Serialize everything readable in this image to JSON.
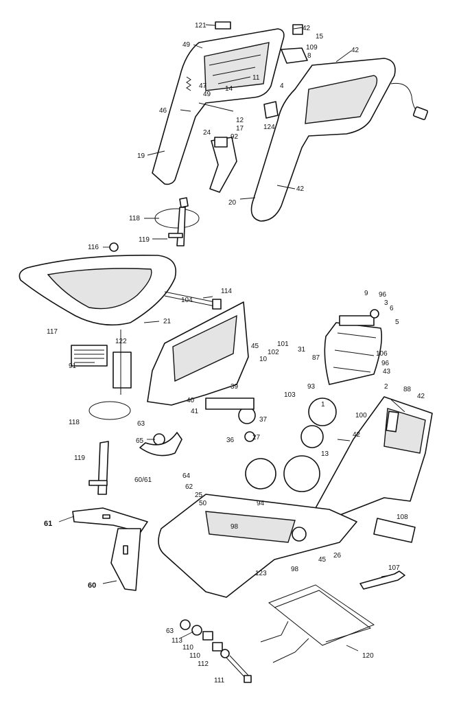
{
  "labels": [
    {
      "id": "l121",
      "text": "121"
    },
    {
      "id": "l42a",
      "text": "42"
    },
    {
      "id": "l15",
      "text": "15"
    },
    {
      "id": "l49a",
      "text": "49"
    },
    {
      "id": "l109",
      "text": "109"
    },
    {
      "id": "l8",
      "text": "8"
    },
    {
      "id": "l42b",
      "text": "42"
    },
    {
      "id": "l11",
      "text": "11"
    },
    {
      "id": "l47",
      "text": "47"
    },
    {
      "id": "l14",
      "text": "14"
    },
    {
      "id": "l4",
      "text": "4"
    },
    {
      "id": "l49b",
      "text": "49"
    },
    {
      "id": "l46",
      "text": "46"
    },
    {
      "id": "l12",
      "text": "12"
    },
    {
      "id": "l17",
      "text": "17"
    },
    {
      "id": "l124",
      "text": "124"
    },
    {
      "id": "l24",
      "text": "24"
    },
    {
      "id": "l92",
      "text": "92"
    },
    {
      "id": "l19",
      "text": "19"
    },
    {
      "id": "l42c",
      "text": "42"
    },
    {
      "id": "l20",
      "text": "20"
    },
    {
      "id": "l118a",
      "text": "118"
    },
    {
      "id": "l119a",
      "text": "119"
    },
    {
      "id": "l116",
      "text": "116"
    },
    {
      "id": "l117",
      "text": "117"
    },
    {
      "id": "l114",
      "text": "114"
    },
    {
      "id": "l104",
      "text": "104"
    },
    {
      "id": "l9",
      "text": "9"
    },
    {
      "id": "l96a",
      "text": "96"
    },
    {
      "id": "l3",
      "text": "3"
    },
    {
      "id": "l6",
      "text": "6"
    },
    {
      "id": "l5",
      "text": "5"
    },
    {
      "id": "l21",
      "text": "21"
    },
    {
      "id": "l122",
      "text": "122"
    },
    {
      "id": "l45a",
      "text": "45"
    },
    {
      "id": "l101",
      "text": "101"
    },
    {
      "id": "l102",
      "text": "102"
    },
    {
      "id": "l31",
      "text": "31"
    },
    {
      "id": "l106",
      "text": "106"
    },
    {
      "id": "l10",
      "text": "10"
    },
    {
      "id": "l87",
      "text": "87"
    },
    {
      "id": "l96b",
      "text": "96"
    },
    {
      "id": "l43",
      "text": "43"
    },
    {
      "id": "l91",
      "text": "91"
    },
    {
      "id": "l39",
      "text": "39"
    },
    {
      "id": "l103",
      "text": "103"
    },
    {
      "id": "l93",
      "text": "93"
    },
    {
      "id": "l2",
      "text": "2"
    },
    {
      "id": "l88",
      "text": "88"
    },
    {
      "id": "l42d",
      "text": "42"
    },
    {
      "id": "l40",
      "text": "40"
    },
    {
      "id": "l1",
      "text": "1"
    },
    {
      "id": "l41",
      "text": "41"
    },
    {
      "id": "l37",
      "text": "37"
    },
    {
      "id": "l100",
      "text": "100"
    },
    {
      "id": "l118b",
      "text": "118"
    },
    {
      "id": "l63a",
      "text": "63"
    },
    {
      "id": "l27",
      "text": "27"
    },
    {
      "id": "l42e",
      "text": "42"
    },
    {
      "id": "l65",
      "text": "65"
    },
    {
      "id": "l36",
      "text": "36"
    },
    {
      "id": "l13",
      "text": "13"
    },
    {
      "id": "l119b",
      "text": "119"
    },
    {
      "id": "l6061",
      "text": "60/61"
    },
    {
      "id": "l64",
      "text": "64"
    },
    {
      "id": "l62",
      "text": "62"
    },
    {
      "id": "l25",
      "text": "25"
    },
    {
      "id": "l50",
      "text": "50"
    },
    {
      "id": "l94",
      "text": "94"
    },
    {
      "id": "l61",
      "text": "61"
    },
    {
      "id": "l98a",
      "text": "98"
    },
    {
      "id": "l108",
      "text": "108"
    },
    {
      "id": "l45b",
      "text": "45"
    },
    {
      "id": "l26",
      "text": "26"
    },
    {
      "id": "l123",
      "text": "123"
    },
    {
      "id": "l98b",
      "text": "98"
    },
    {
      "id": "l107",
      "text": "107"
    },
    {
      "id": "l60",
      "text": "60"
    },
    {
      "id": "l63b",
      "text": "63"
    },
    {
      "id": "l113",
      "text": "113"
    },
    {
      "id": "l110a",
      "text": "110"
    },
    {
      "id": "l110b",
      "text": "110"
    },
    {
      "id": "l112",
      "text": "112"
    },
    {
      "id": "l120",
      "text": "120"
    },
    {
      "id": "l111",
      "text": "111"
    }
  ]
}
